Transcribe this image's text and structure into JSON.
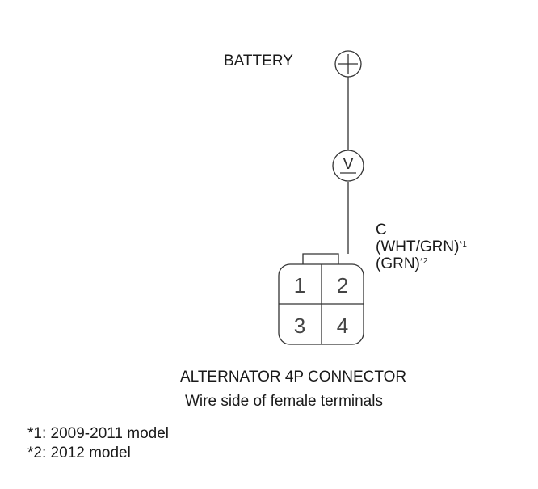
{
  "battery": {
    "label": "BATTERY"
  },
  "voltmeter": {
    "symbol": "V"
  },
  "wire": {
    "terminal": "C",
    "color_1": "(WHT/GRN)",
    "color_1_ref": "*1",
    "color_2": "(GRN)",
    "color_2_ref": "*2"
  },
  "connector": {
    "title": "ALTERNATOR 4P CONNECTOR",
    "subtitle": "Wire side of female terminals",
    "pins": [
      "1",
      "2",
      "3",
      "4"
    ]
  },
  "notes": [
    {
      "ref": "*1",
      "text": ": 2009-2011 model"
    },
    {
      "ref": "*2",
      "text": ": 2012 model"
    }
  ]
}
